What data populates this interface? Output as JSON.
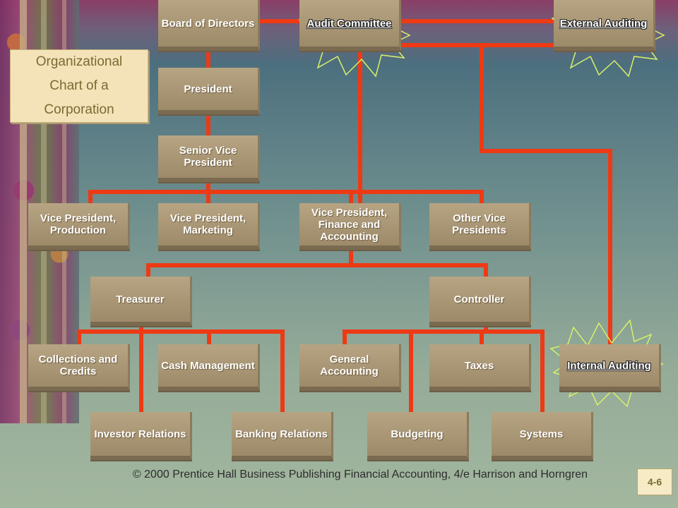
{
  "title": {
    "line1": "Organizational",
    "line2": "Chart of a",
    "line3": "Corporation"
  },
  "nodes": {
    "board": "Board of Directors",
    "audit_committee": "Audit Committee",
    "external_auditing": "External Auditing",
    "president": "President",
    "senior_vp": "Senior Vice President",
    "vp_production": "Vice President, Production",
    "vp_marketing": "Vice President, Marketing",
    "vp_finance": "Vice President, Finance and Accounting",
    "other_vps": "Other Vice Presidents",
    "treasurer": "Treasurer",
    "controller": "Controller",
    "collections": "Collections and Credits",
    "cash_management": "Cash Management",
    "general_accounting": "General Accounting",
    "taxes": "Taxes",
    "internal_auditing": "Internal Auditing",
    "investor_relations": "Investor Relations",
    "banking_relations": "Banking Relations",
    "budgeting": "Budgeting",
    "systems": "Systems"
  },
  "footer": {
    "text": "© 2000 Prentice Hall Business Publishing    Financial Accounting, 4/e      Harrison and Horngren"
  },
  "slide_number": "4-6",
  "colors": {
    "connector": "#ee3a14",
    "box": "#a89573",
    "starburst_stroke": "#d8f06a"
  }
}
